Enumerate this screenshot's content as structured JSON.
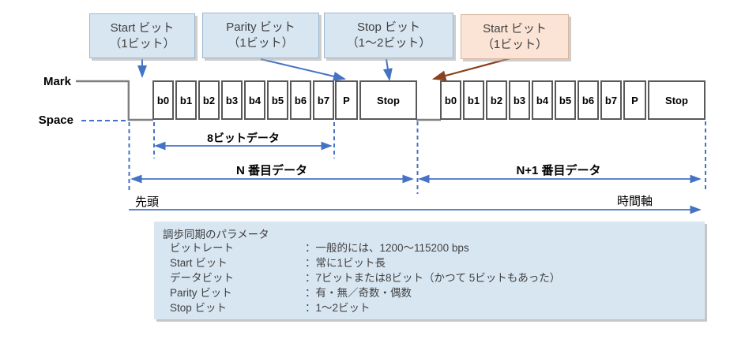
{
  "callouts": [
    {
      "line1": "Start ビット",
      "line2": "（1ビット）",
      "variant": "blue"
    },
    {
      "line1": "Parity ビット",
      "line2": "（1ビット）",
      "variant": "blue"
    },
    {
      "line1": "Stop ビット",
      "line2": "（1〜2ビット）",
      "variant": "blue"
    },
    {
      "line1": "Start ビット",
      "line2": "（1ビット）",
      "variant": "orange"
    }
  ],
  "signal": {
    "mark_label": "Mark",
    "space_label": "Space"
  },
  "frames": [
    {
      "bits": [
        "b0",
        "b1",
        "b2",
        "b3",
        "b4",
        "b5",
        "b6",
        "b7"
      ],
      "parity": "P",
      "stop": "Stop"
    },
    {
      "bits": [
        "b0",
        "b1",
        "b2",
        "b3",
        "b4",
        "b5",
        "b6",
        "b7"
      ],
      "parity": "P",
      "stop": "Stop"
    }
  ],
  "annotations": {
    "data8": "8ビットデータ",
    "frame_n": "N 番目データ",
    "frame_n_plus_1": "N+1 番目データ",
    "head": "先頭",
    "time_axis": "時間軸"
  },
  "params_box": {
    "title": "調歩同期のパラメータ",
    "rows": [
      {
        "label": "ビットレート",
        "value": "：一般的には、1200〜115200 bps"
      },
      {
        "label": "Start ビット",
        "value": "：常に1ビット長"
      },
      {
        "label": "データビット",
        "value": "：7ビットまたは8ビット（かつて 5ビットもあった）"
      },
      {
        "label": "Parity ビット",
        "value": "：有・無／奇数・偶数"
      },
      {
        "label": "Stop ビット",
        "value": "：1〜2ビット"
      }
    ]
  },
  "colors": {
    "accent_blue": "#4472c4",
    "callout_blue_fill": "#d8e6f2",
    "callout_orange_fill": "#fbe3d5",
    "brown_arrow": "#8a4220",
    "panel_fill": "#d8e6f2",
    "waveform_gray": "#7f7f7f",
    "cell_border": "#595959"
  }
}
